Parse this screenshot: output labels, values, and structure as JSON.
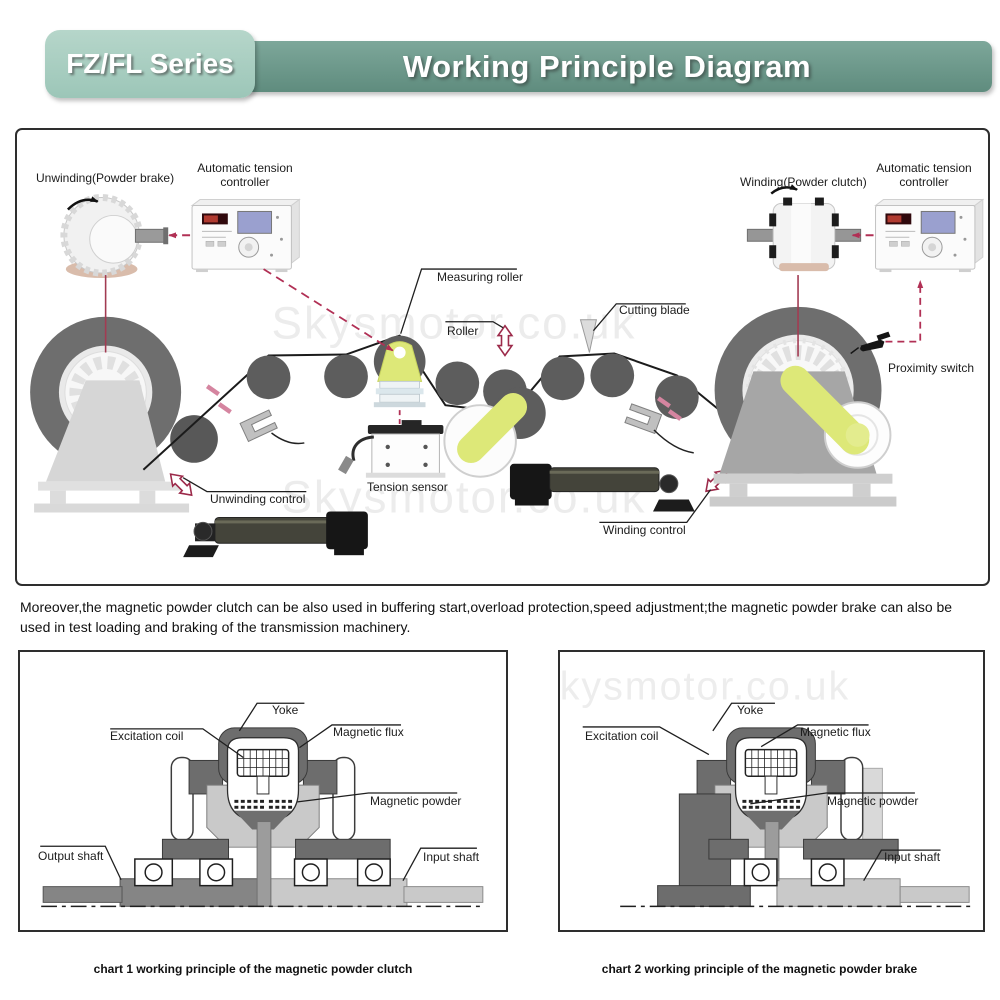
{
  "header": {
    "badge": "FZ/FL Series",
    "title": "Working Principle Diagram"
  },
  "colors": {
    "accent_red": "#b13055",
    "header_dark": "#6a948a",
    "header_light": "#a9cfc2",
    "roller_gray": "#5d5d5d",
    "highlight_yellow": "#dde878"
  },
  "machine": {
    "watermark": "Skysmotor.co.uk",
    "labels": {
      "unwinding": "Unwinding(Powder brake)",
      "tension_controller_left": "Automatic tension controller",
      "measuring_roller": "Measuring roller",
      "roller": "Roller",
      "cutting_blade": "Cutting blade",
      "tension_sensor": "Tension sensor",
      "unwinding_control": "Unwinding control",
      "winding_control": "Winding control",
      "winding": "Winding(Powder clutch)",
      "tension_controller_right": "Automatic tension controller",
      "proximity_switch": "Proximity switch"
    }
  },
  "paragraph": "Moreover,the magnetic powder clutch can be also used in buffering start,overload protection,speed adjustment;the magnetic powder brake can also be used in test loading and braking of the transmission machinery.",
  "chart1": {
    "labels": {
      "yoke": "Yoke",
      "excitation_coil": "Excitation coil",
      "magnetic_flux": "Magnetic flux",
      "magnetic_powder": "Magnetic powder",
      "output_shaft": "Output shaft",
      "input_shaft": "Input shaft"
    },
    "caption": "chart 1 working principle of the magnetic powder clutch"
  },
  "chart2": {
    "labels": {
      "yoke": "Yoke",
      "excitation_coil": "Excitation coil",
      "magnetic_flux": "Magnetic flux",
      "magnetic_powder": "Magnetic powder",
      "input_shaft": "Input shaft"
    },
    "caption": "chart 2 working principle of the magnetic powder brake"
  }
}
